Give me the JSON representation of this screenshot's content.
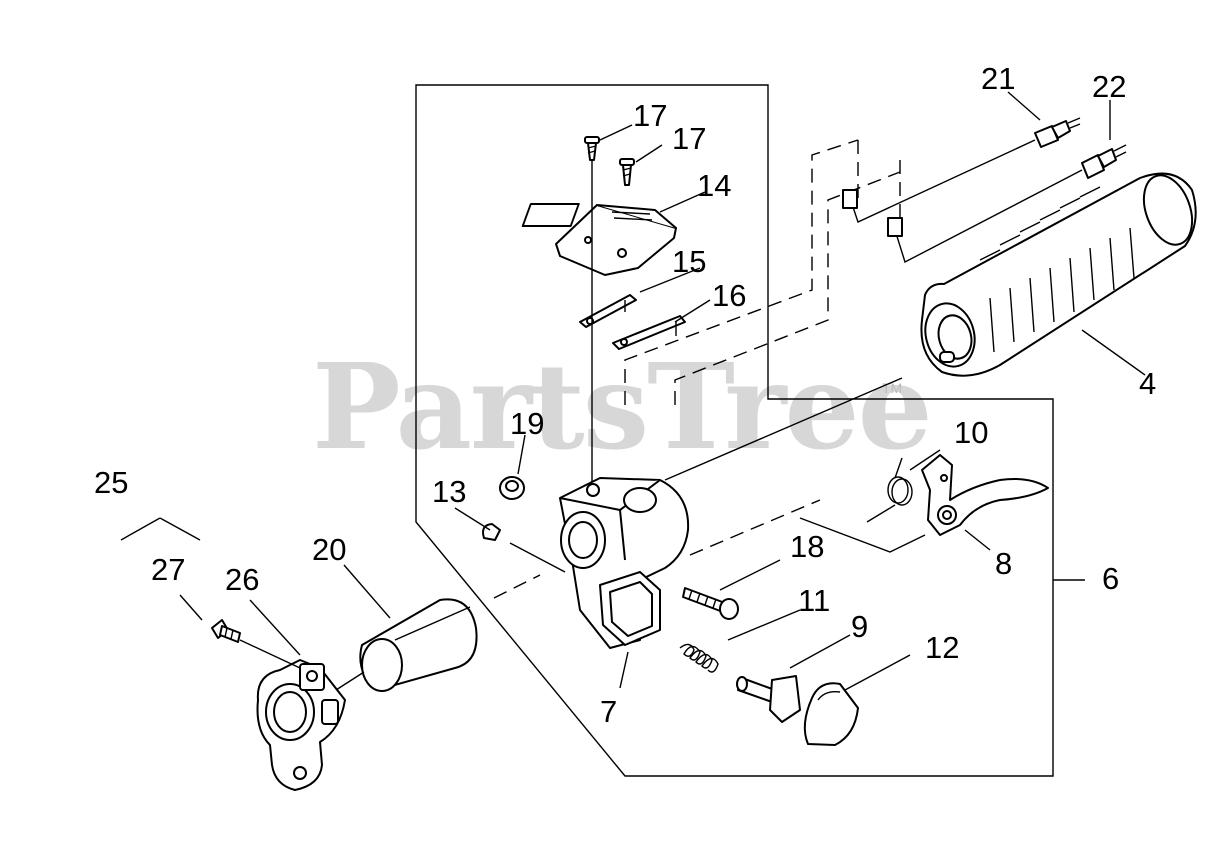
{
  "watermark": {
    "text": "PartsTree",
    "trademark": "TM"
  },
  "callouts": {
    "c4": "4",
    "c6": "6",
    "c7": "7",
    "c8": "8",
    "c9": "9",
    "c10": "10",
    "c11": "11",
    "c12": "12",
    "c13": "13",
    "c14": "14",
    "c15": "15",
    "c16": "16",
    "c17a": "17",
    "c17b": "17",
    "c18": "18",
    "c19": "19",
    "c20": "20",
    "c21": "21",
    "c22": "22",
    "c25": "25",
    "c26": "26",
    "c27": "27"
  }
}
